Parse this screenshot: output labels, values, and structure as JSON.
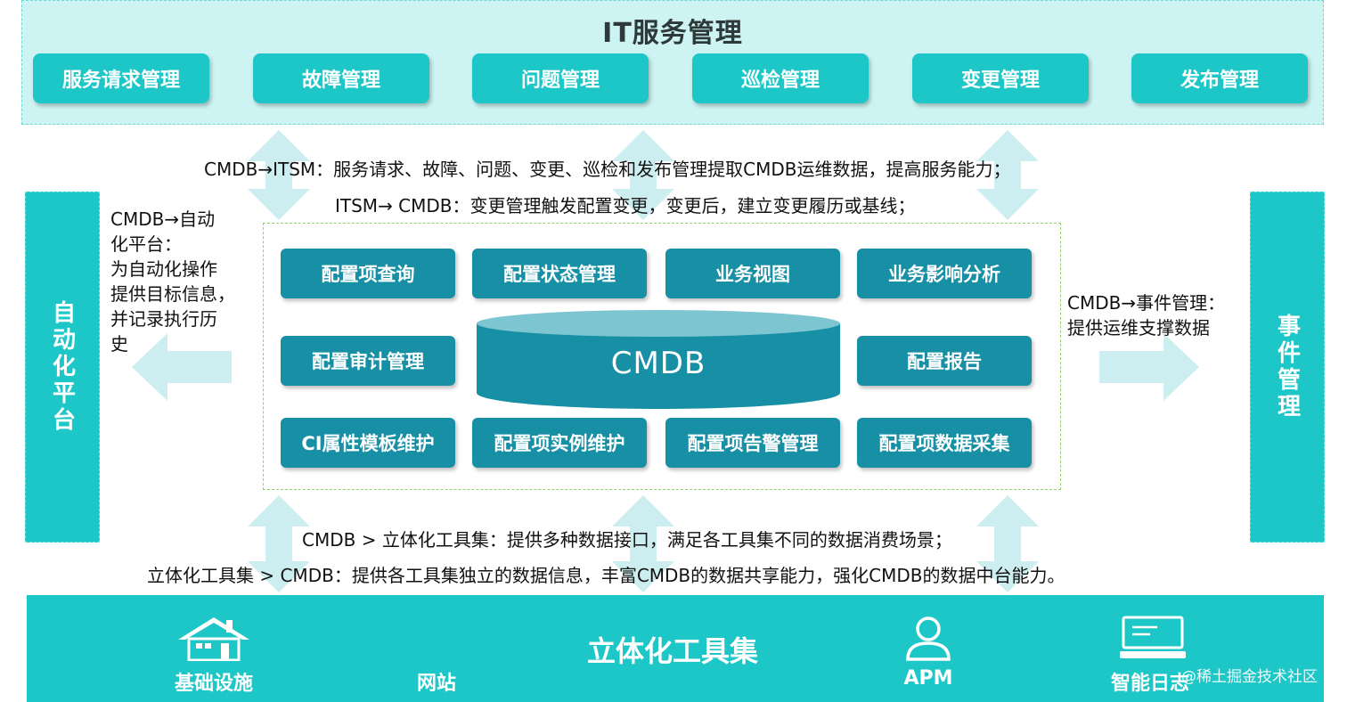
{
  "itsm": {
    "title": "IT服务管理",
    "buttons": [
      "服务请求管理",
      "故障管理",
      "问题管理",
      "巡检管理",
      "变更管理",
      "发布管理"
    ]
  },
  "descriptions": {
    "cmdb_to_itsm": "CMDB→ITSM：服务请求、故障、问题、变更、巡检和发布管理提取CMDB运维数据，提高服务能力；",
    "itsm_to_cmdb": "ITSM→ CMDB：变更管理触发配置变更，变更后，建立变更履历或基线；",
    "cmdb_to_automation": [
      "CMDB→自动",
      "化平台：",
      "为自动化操作",
      "提供目标信息，",
      "并记录执行历",
      "史"
    ],
    "cmdb_to_event": [
      "CMDB→事件管理：",
      "提供运维支撑数据"
    ],
    "cmdb_to_tools": "CMDB > 立体化工具集：提供多种数据接口，满足各工具集不同的数据消费场景；",
    "tools_to_cmdb": "立体化工具集 > CMDB：提供各工具集独立的数据信息，丰富CMDB的数据共享能力，强化CMDB的数据中台能力。"
  },
  "pillars": {
    "left": "自动化平台",
    "right": "事件管理"
  },
  "core": {
    "label": "CMDB",
    "row1": [
      "配置项查询",
      "配置状态管理",
      "业务视图",
      "业务影响分析"
    ],
    "row2_left": "配置审计管理",
    "row2_right": "配置报告",
    "row3": [
      "CI属性模板维护",
      "配置项实例维护",
      "配置项告警管理",
      "配置项数据采集"
    ]
  },
  "tools": {
    "title": "立体化工具集",
    "items": [
      {
        "label": "基础设施",
        "icon": "house-icon"
      },
      {
        "label": "网站",
        "icon": ""
      },
      {
        "label": "APM",
        "icon": "user-icon"
      },
      {
        "label": "智能日志",
        "icon": "terminal-icon"
      }
    ]
  },
  "watermark": "@稀土掘金技术社区",
  "colors": {
    "teal": "#1ec7c7",
    "light_teal": "#cdf3f3",
    "core_blue": "#178fa5",
    "cylinder_top": "#7cc5d1",
    "arrow": "#cdeef0"
  }
}
